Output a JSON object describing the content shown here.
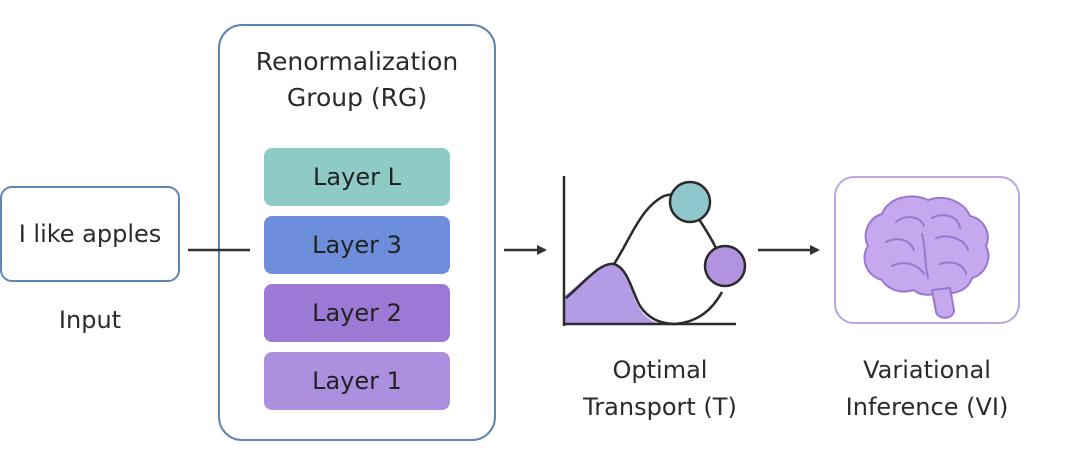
{
  "input": {
    "text": "I like apples",
    "caption": "Input"
  },
  "rg": {
    "title_line1": "Renormalization",
    "title_line2": "Group (RG)",
    "layers": [
      {
        "label": "Layer L",
        "color": "#8fcbc6"
      },
      {
        "label": "Layer 3",
        "color": "#6d8fdb"
      },
      {
        "label": "Layer 2",
        "color": "#9b79d4"
      },
      {
        "label": "Layer 1",
        "color": "#ad8fe0"
      }
    ]
  },
  "ot": {
    "caption_line1": "Optimal",
    "caption_line2": "Transport (T)"
  },
  "vi": {
    "caption_line1": "Variational",
    "caption_line2": "Inference (VI)",
    "icon": "brain-icon"
  },
  "colors": {
    "border": "#5f86b2",
    "teal_circle": "#8fc7cc",
    "purple_circle": "#b293e0",
    "purple_fill": "#b39be6",
    "brain": "#c6a8ee",
    "brain_box_border": "#b9a6dc"
  }
}
